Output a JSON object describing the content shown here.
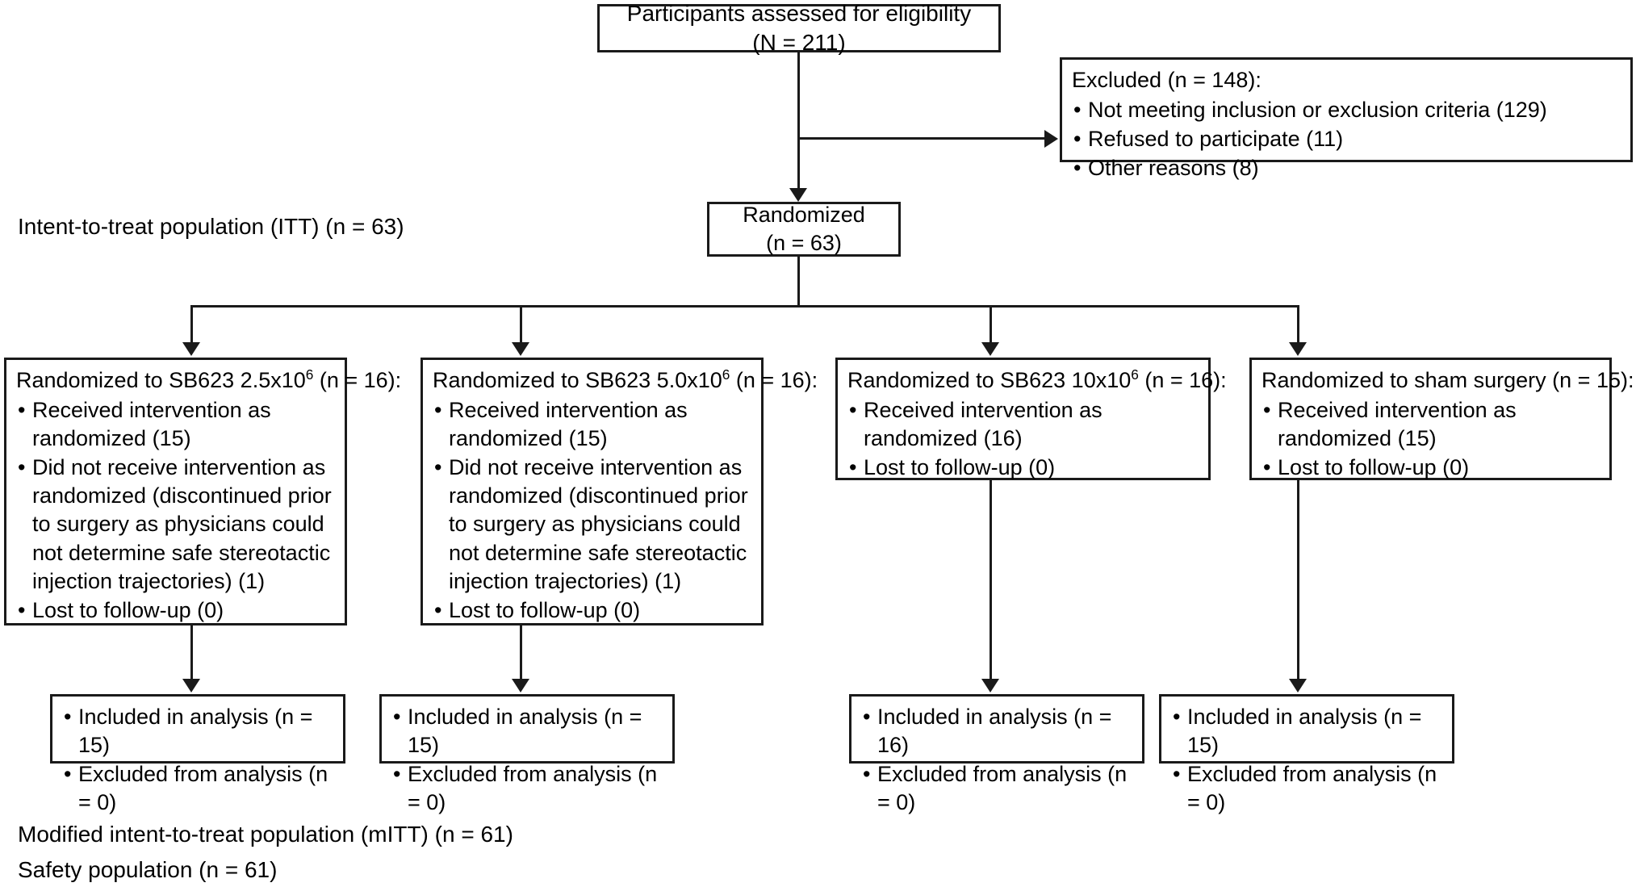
{
  "figure": {
    "type": "consort-flow-diagram",
    "title": "CONSORT participant flow diagram"
  },
  "nodes": {
    "enrollment": {
      "line1": "Participants assessed for eligibility",
      "line2": "(N = 211)"
    },
    "excluded": {
      "header": "Excluded (n = 148):",
      "items": [
        "Not meeting inclusion or exclusion criteria (129)",
        "Refused to participate (11)",
        "Other reasons (8)"
      ]
    },
    "randomized": {
      "line1": "Randomized",
      "line2": "(n = 63)"
    }
  },
  "labels": {
    "itt": "Intent-to-treat population (ITT) (n = 63)",
    "mitt": "Modified intent-to-treat population (mITT) (n = 61)",
    "safety": "Safety population (n = 61)"
  },
  "arms": [
    {
      "header_prefix": "Randomized to SB623 2.5x10",
      "header_exponent": "6",
      "header_suffix": " (n = 16):",
      "items": [
        "Received intervention as randomized (15)",
        "Did not receive intervention as randomized (discontinued prior to surgery as physicians could not determine safe stereotactic injection trajectories) (1)",
        "Lost to follow-up (0)"
      ],
      "analysis": [
        "Included in analysis (n = 15)",
        "Excluded from analysis (n = 0)"
      ]
    },
    {
      "header_prefix": "Randomized to SB623 5.0x10",
      "header_exponent": "6",
      "header_suffix": " (n = 16):",
      "items": [
        "Received intervention as randomized (15)",
        "Did not receive intervention as randomized (discontinued prior to surgery as physicians could not determine safe stereotactic injection trajectories) (1)",
        "Lost to follow-up (0)"
      ],
      "analysis": [
        "Included in analysis (n = 15)",
        "Excluded from analysis (n = 0)"
      ]
    },
    {
      "header_prefix": "Randomized to SB623 10x10",
      "header_exponent": "6",
      "header_suffix": " (n = 16):",
      "items": [
        "Received intervention as randomized (16)",
        "Lost to follow-up (0)"
      ],
      "analysis": [
        "Included in analysis (n = 16)",
        "Excluded from analysis (n = 0)"
      ]
    },
    {
      "header_prefix": "Randomized to sham surgery (n = 15):",
      "header_exponent": "",
      "header_suffix": "",
      "items": [
        "Received intervention as randomized (15)",
        "Lost to follow-up (0)"
      ],
      "analysis": [
        "Included in analysis (n = 15)",
        "Excluded from analysis (n = 0)"
      ]
    }
  ],
  "colors": {
    "stroke": "#1a1a1a",
    "background": "#ffffff",
    "text": "#000000"
  }
}
